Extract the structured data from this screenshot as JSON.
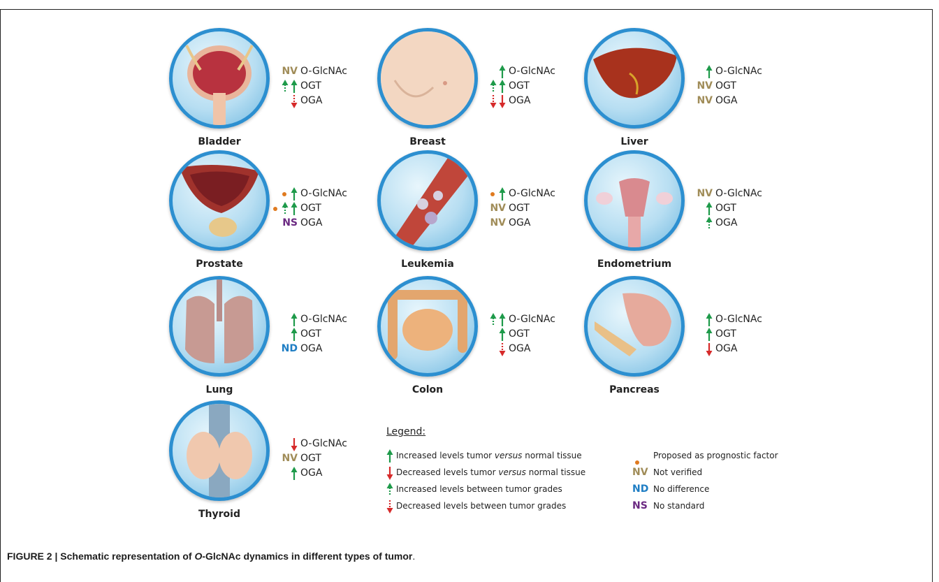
{
  "organs": [
    {
      "name": "Bladder",
      "markers": [
        {
          "label": "O-GlcNAc",
          "tag": "NV",
          "arrows": []
        },
        {
          "label": "OGT",
          "tag": "",
          "arrows": [
            "up-dotted",
            "up-solid"
          ]
        },
        {
          "label": "OGA",
          "tag": "",
          "arrows": [
            "down-dotted"
          ]
        }
      ]
    },
    {
      "name": "Breast",
      "markers": [
        {
          "label": "O-GlcNAc",
          "tag": "",
          "arrows": [
            "up-solid"
          ]
        },
        {
          "label": "OGT",
          "tag": "",
          "arrows": [
            "up-dotted",
            "up-solid"
          ]
        },
        {
          "label": "OGA",
          "tag": "",
          "arrows": [
            "down-dotted",
            "down-solid"
          ]
        }
      ]
    },
    {
      "name": "Liver",
      "markers": [
        {
          "label": "O-GlcNAc",
          "tag": "",
          "arrows": [
            "up-solid"
          ]
        },
        {
          "label": "OGT",
          "tag": "NV",
          "arrows": []
        },
        {
          "label": "OGA",
          "tag": "NV",
          "arrows": []
        }
      ]
    },
    {
      "name": "Prostate",
      "markers": [
        {
          "label": "O-GlcNAc",
          "tag": "",
          "dot": true,
          "arrows": [
            "up-solid"
          ]
        },
        {
          "label": "OGT",
          "tag": "",
          "dot": true,
          "arrows": [
            "up-dotted",
            "up-solid"
          ]
        },
        {
          "label": "OGA",
          "tag": "NS",
          "arrows": []
        }
      ]
    },
    {
      "name": "Leukemia",
      "markers": [
        {
          "label": "O-GlcNAc",
          "tag": "",
          "dot": true,
          "arrows": [
            "up-solid"
          ]
        },
        {
          "label": "OGT",
          "tag": "NV",
          "arrows": []
        },
        {
          "label": "OGA",
          "tag": "NV",
          "arrows": []
        }
      ]
    },
    {
      "name": "Endometrium",
      "markers": [
        {
          "label": "O-GlcNAc",
          "tag": "NV",
          "arrows": []
        },
        {
          "label": "OGT",
          "tag": "",
          "arrows": [
            "up-solid"
          ]
        },
        {
          "label": "OGA",
          "tag": "",
          "arrows": [
            "up-dotted"
          ]
        }
      ]
    },
    {
      "name": "Lung",
      "markers": [
        {
          "label": "O-GlcNAc",
          "tag": "",
          "arrows": [
            "up-solid"
          ]
        },
        {
          "label": "OGT",
          "tag": "",
          "arrows": [
            "up-solid"
          ]
        },
        {
          "label": "OGA",
          "tag": "ND",
          "arrows": []
        }
      ]
    },
    {
      "name": "Colon",
      "markers": [
        {
          "label": "O-GlcNAc",
          "tag": "",
          "arrows": [
            "up-dotted",
            "up-solid"
          ]
        },
        {
          "label": "OGT",
          "tag": "",
          "arrows": [
            "up-solid"
          ]
        },
        {
          "label": "OGA",
          "tag": "",
          "arrows": [
            "down-dotted"
          ]
        }
      ]
    },
    {
      "name": "Pancreas",
      "markers": [
        {
          "label": "O-GlcNAc",
          "tag": "",
          "arrows": [
            "up-solid"
          ]
        },
        {
          "label": "OGT",
          "tag": "",
          "arrows": [
            "up-solid"
          ]
        },
        {
          "label": "OGA",
          "tag": "",
          "arrows": [
            "down-solid"
          ]
        }
      ]
    },
    {
      "name": "Thyroid",
      "markers": [
        {
          "label": "O-GlcNAc",
          "tag": "",
          "arrows": [
            "down-solid"
          ]
        },
        {
          "label": "OGT",
          "tag": "NV",
          "arrows": []
        },
        {
          "label": "OGA",
          "tag": "",
          "arrows": [
            "up-solid"
          ]
        }
      ]
    }
  ],
  "legend": {
    "title": "Legend:",
    "arrows": [
      {
        "icon": "up-solid",
        "text_pre": "Increased levels tumor ",
        "text_em": "versus",
        "text_post": " normal tissue"
      },
      {
        "icon": "down-solid",
        "text_pre": "Decreased levels tumor ",
        "text_em": "versus",
        "text_post": " normal tissue"
      },
      {
        "icon": "up-dotted",
        "text_pre": "Increased levels between tumor grades",
        "text_em": "",
        "text_post": ""
      },
      {
        "icon": "down-dotted",
        "text_pre": "Decreased levels between tumor grades",
        "text_em": "",
        "text_post": ""
      }
    ],
    "symbols": [
      {
        "kind": "dot",
        "tag": "",
        "text": "Proposed as prognostic factor"
      },
      {
        "kind": "tag",
        "tag": "NV",
        "text": "Not verified"
      },
      {
        "kind": "tag",
        "tag": "ND",
        "text": "No difference"
      },
      {
        "kind": "tag",
        "tag": "NS",
        "text": "No standard"
      }
    ]
  },
  "caption": {
    "prefix": "FIGURE 2 | Schematic representation of ",
    "italic": "O",
    "suffix": "-GlcNAc dynamics in different types of tumor",
    "end": "."
  },
  "colors": {
    "up": "#1e9a4a",
    "down": "#d62a2a",
    "nv": "#a08c58",
    "nd": "#1f7ec4",
    "ns": "#6b2a82",
    "dot": "#e07a1f",
    "ring": "#2c8fd0"
  }
}
